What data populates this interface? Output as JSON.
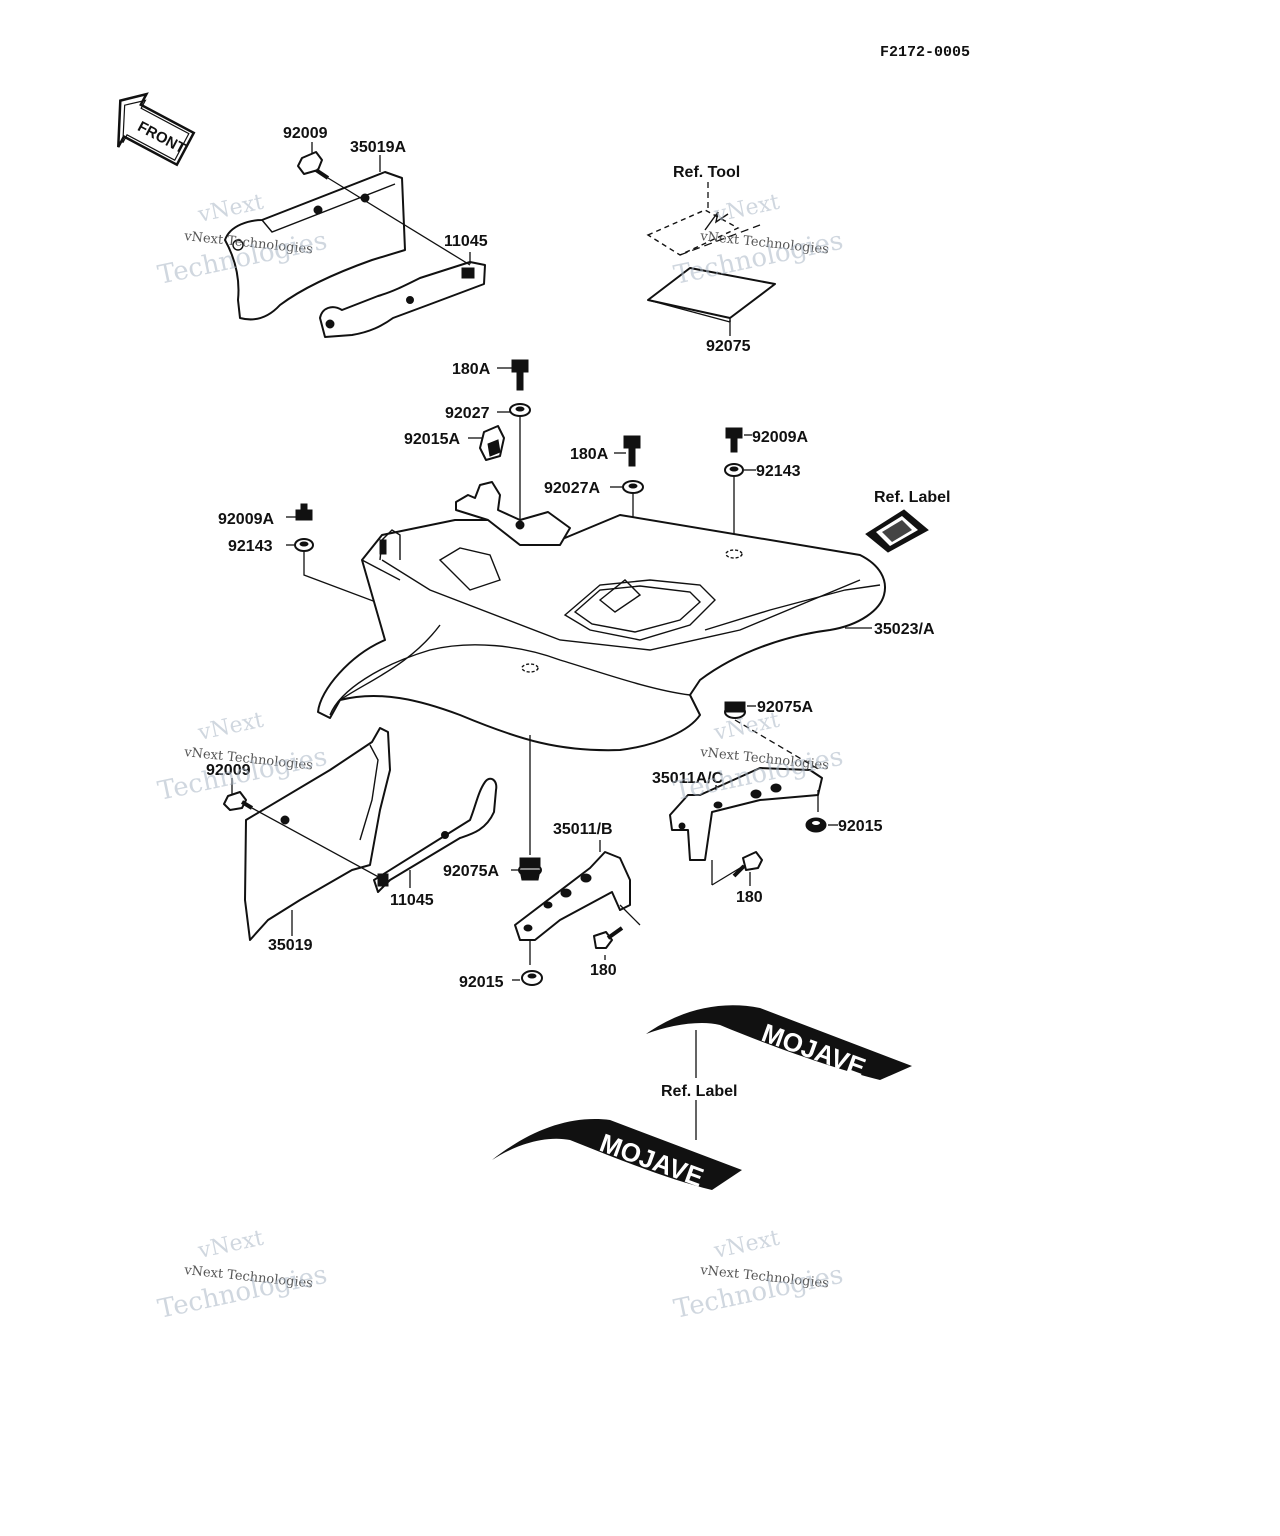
{
  "drawing_number": "F2172-0005",
  "front_arrow_text": "FRONT",
  "part_labels": {
    "p92009_top": "92009",
    "p35019A": "35019A",
    "p11045_top": "11045",
    "ref_tool": "Ref. Tool",
    "p92075": "92075",
    "p180A_upper": "180A",
    "p92027": "92027",
    "p92015A": "92015A",
    "p180A_lower": "180A",
    "p92027A": "92027A",
    "p92009A_right": "92009A",
    "p92143_right": "92143",
    "ref_label_upper": "Ref. Label",
    "p92009A_left": "92009A",
    "p92143_left": "92143",
    "p35023A": "35023/A",
    "p92075A_right": "92075A",
    "p35011AC": "35011A/C",
    "p92015_right": "92015",
    "p180_right": "180",
    "p92009_lower": "92009",
    "p11045_lower": "11045",
    "p35019": "35019",
    "p92075A_lower": "92075A",
    "p35011B": "35011/B",
    "p180_lower": "180",
    "p92015_lower": "92015",
    "ref_label_lower": "Ref. Label"
  },
  "decal_texts": {
    "upper": "MOJAVE",
    "lower": "MOJAVE"
  },
  "watermark": {
    "line1": "vNext",
    "line2": "vNext Technologies",
    "line3": "Technologies"
  }
}
